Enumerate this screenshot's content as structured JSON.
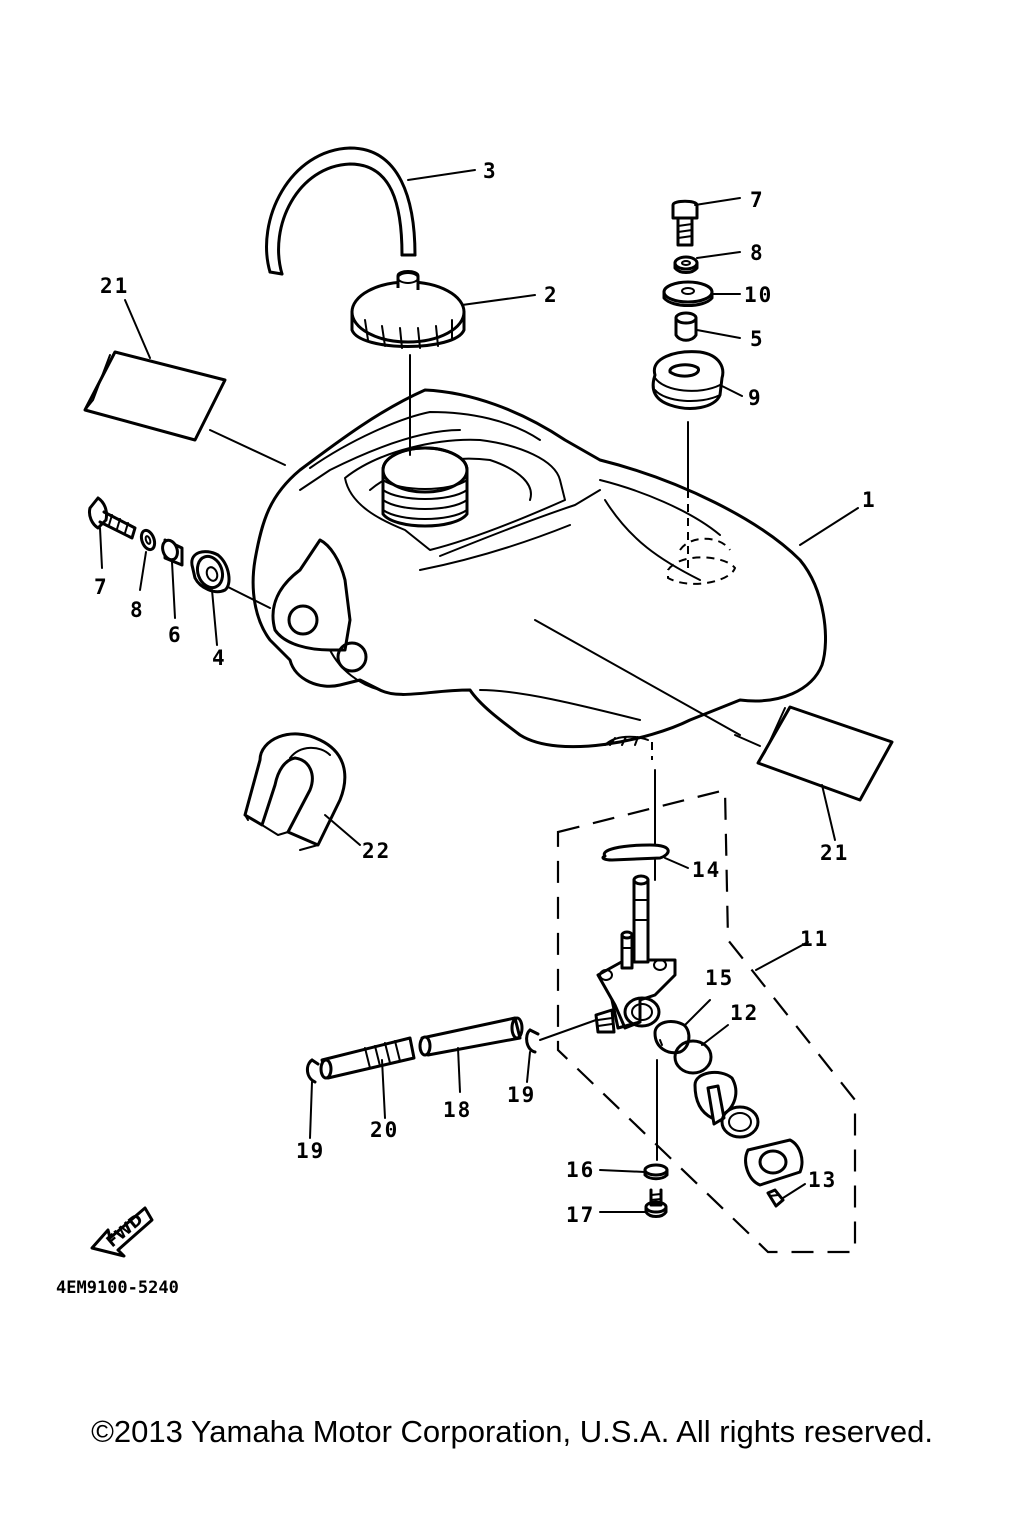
{
  "diagram": {
    "callouts": {
      "c1": "1",
      "c2": "2",
      "c3": "3",
      "c4": "4",
      "c5": "5",
      "c6": "6",
      "c7a": "7",
      "c7b": "7",
      "c8a": "8",
      "c8b": "8",
      "c9": "9",
      "c10": "10",
      "c11": "11",
      "c12": "12",
      "c13": "13",
      "c14": "14",
      "c15": "15",
      "c16": "16",
      "c17": "17",
      "c18": "18",
      "c19a": "19",
      "c19b": "19",
      "c20": "20",
      "c21a": "21",
      "c21b": "21",
      "c22": "22"
    },
    "fwd_label": "FWD",
    "drawing_code": "4EM9100-5240"
  },
  "footer": {
    "copyright": "©2013 Yamaha Motor Corporation, U.S.A. All rights reserved."
  }
}
